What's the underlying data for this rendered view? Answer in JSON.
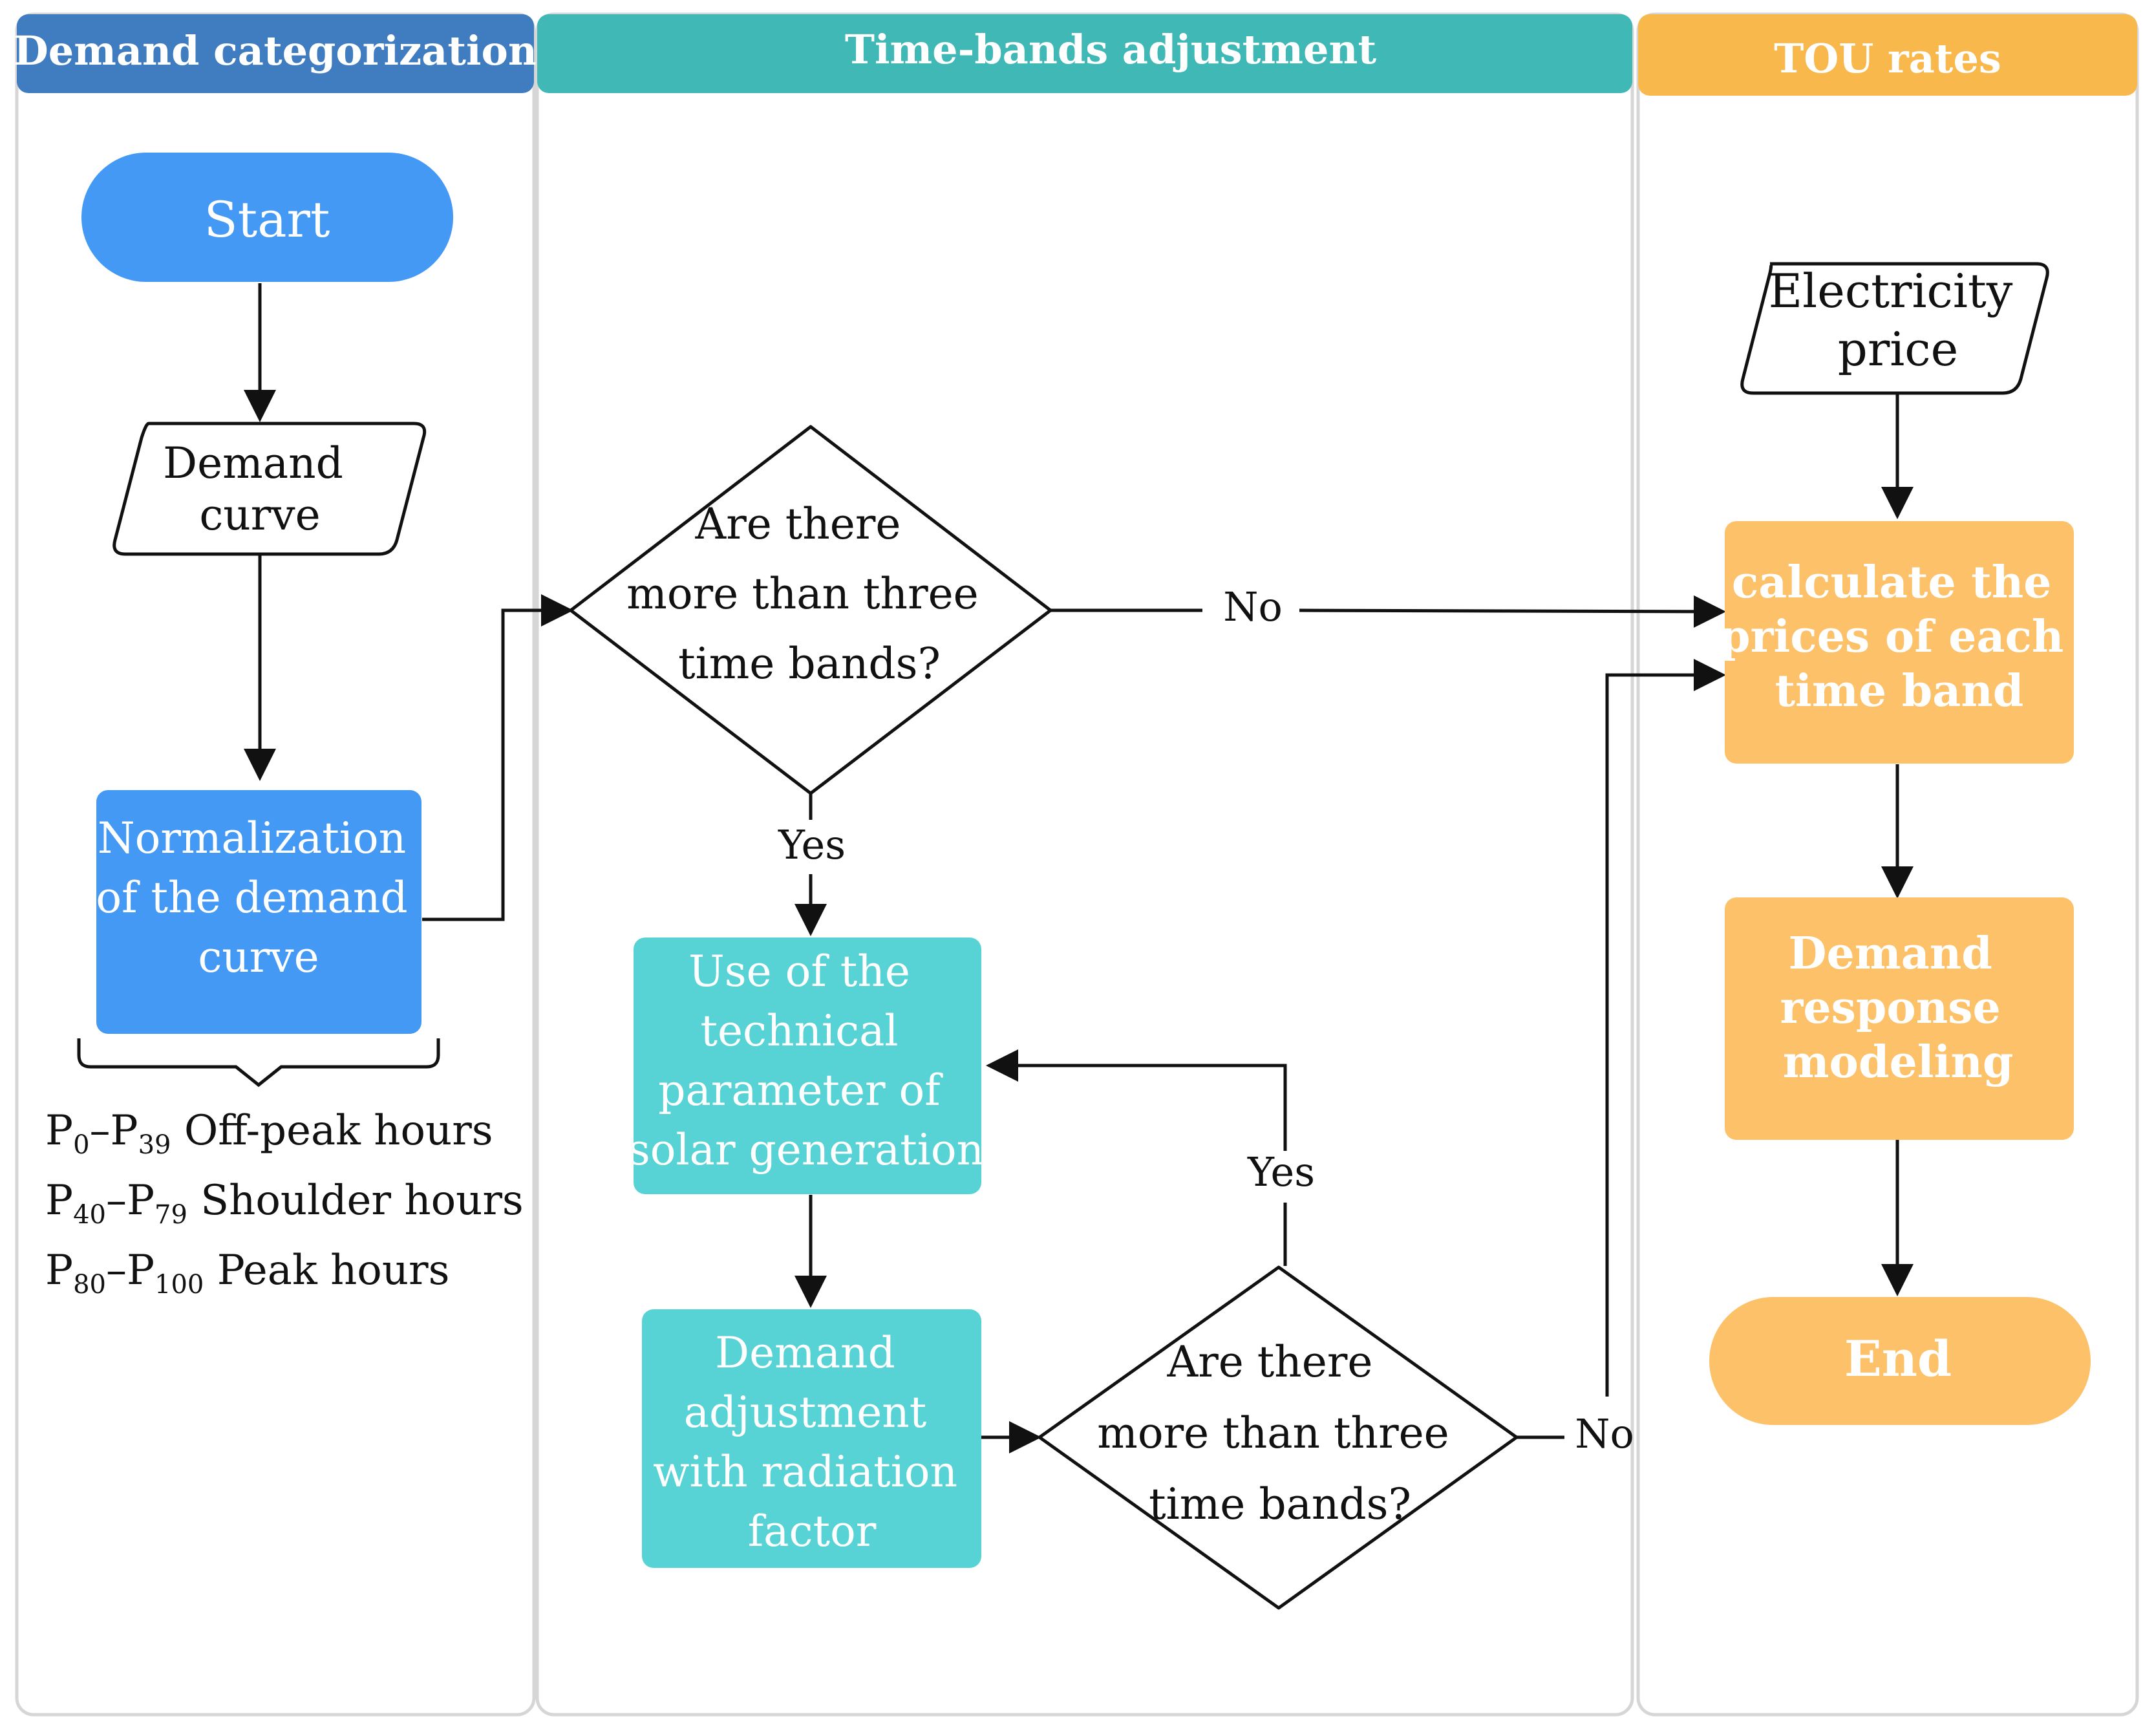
{
  "lanes": [
    {
      "title": "Demand categorization",
      "color": "#3f7cc0"
    },
    {
      "title": "Time-bands adjustment",
      "color": "#3fb8b6"
    },
    {
      "title": "TOU rates",
      "color": "#f8b84c"
    }
  ],
  "colors": {
    "blue_node": "#4499f5",
    "teal_node": "#57d3d6",
    "orange_node": "#fcc169",
    "stroke": "#111111",
    "lane_border": "#d6d6d6"
  },
  "nodes": {
    "start": {
      "label": "Start"
    },
    "demand_curve": {
      "lines": [
        "Demand",
        "curve"
      ]
    },
    "normalization": {
      "lines": [
        "Normalization",
        "of the demand",
        "curve"
      ]
    },
    "decision_1": {
      "lines": [
        "Are there",
        "more than three",
        "time bands?"
      ]
    },
    "solar_param": {
      "lines": [
        "Use of the",
        "technical",
        "parameter of",
        "solar generation"
      ]
    },
    "demand_adjust": {
      "lines": [
        "Demand",
        "adjustment",
        "with radiation",
        "factor"
      ]
    },
    "decision_2": {
      "lines": [
        "Are there",
        "more than three",
        "time bands?"
      ]
    },
    "electricity_price": {
      "lines": [
        "Electricity",
        "price"
      ]
    },
    "calc_prices": {
      "lines": [
        "calculate the",
        "prices of each",
        "time band"
      ]
    },
    "demand_response": {
      "lines": [
        "Demand",
        "response",
        "modeling"
      ]
    },
    "end": {
      "label": "End"
    }
  },
  "edge_labels": {
    "decision_1_no": "No",
    "decision_1_yes": "Yes",
    "decision_2_yes": "Yes",
    "decision_2_no": "No"
  },
  "legend": [
    {
      "p1": "P",
      "s1": "0",
      "dash": "–",
      "p2": "P",
      "s2": "39",
      "label": " Off-peak hours"
    },
    {
      "p1": "P",
      "s1": "40",
      "dash": "–",
      "p2": "P",
      "s2": "79",
      "label": " Shoulder hours"
    },
    {
      "p1": "P",
      "s1": "80",
      "dash": "–",
      "p2": "P",
      "s2": "100",
      "label": " Peak hours"
    }
  ]
}
